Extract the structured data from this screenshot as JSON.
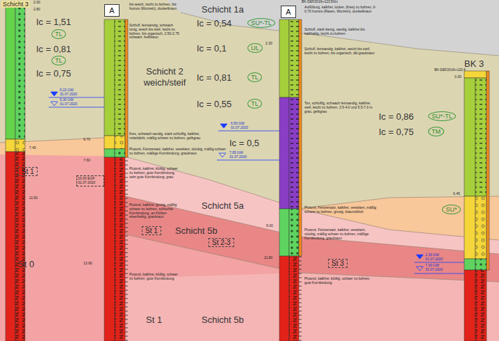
{
  "diagram": {
    "nodes": [
      {
        "text": [
          "A"
        ]
      },
      {
        "text": [
          "A"
        ]
      },
      {
        "text": [
          "TL"
        ]
      },
      {
        "text": [
          "TL"
        ]
      },
      {
        "text": [
          "SU*-TL"
        ]
      },
      {
        "text": [
          "UL"
        ]
      },
      {
        "text": [
          "TL"
        ]
      },
      {
        "text": [
          "TL"
        ]
      },
      {
        "text": [
          "SU*-TL"
        ]
      },
      {
        "text": [
          "TM"
        ]
      },
      {
        "text": [
          "SU*"
        ]
      }
    ],
    "labels": [
      "Schicht 3",
      "2.00",
      "2.80",
      "Ic = 1,51",
      "Ic = 0,81",
      "Ic = 0,75",
      "5.22 GW 31.07.2020",
      "5.30 GW 01.07.2020",
      "6.70",
      "7.40",
      "St 1",
      "7.60",
      "10.00 EOF 31.07.2020",
      "11.50",
      "13.90",
      "St 0",
      "bis weich, leicht zu bohren, bis humos (Wurzeln), dunkelbraun",
      "Schluff, feinsandig, schwach tonig, weich bis steif, leicht zu bohren, bis organisch, 2.50-2.75 schwarz, hellbraun",
      "Kies, schwach sandig, stark schluffig, kalkfrei, mitteldicht, mäßig schwer zu bohren, gelbgrau",
      "Plutonit, Felszersatz, kalkfrei, verwittert, stückig, mäßig schwer zu bohren, mäßige Kornbindung, graubraun",
      "Plutonit, kalkfrei, klüftig, schwer zu bohren, gute Kornbindung, sehr gute Kornbindung, grau",
      "Plutonit, kalkfrei, grusig, mäßig schwer zu bohren, schlechte Kornbindung, an Klüften eisenhaltig, graubraun",
      "Plutonit, kalkfrei, klüftig, schwer zu bohren, gute Kornbindung",
      "Schicht 1a",
      "Schicht 2 weich/steif",
      "Schicht 5a",
      "St 1",
      "Schicht 5b",
      "St 2-3",
      "St 1",
      "Schicht 5b",
      "BK-DEF2016+123.50m",
      "2.30",
      "Ic = 0,54",
      "Ic = 0,1",
      "Ic = 0,81",
      "Ic = 0,55",
      "6.50 GW 01.07.2020",
      "Ic = 0,5",
      "7.65 GW 31.07.2020",
      "9.00",
      "11.80",
      "Auffüllung, kalkfrei, locker, (Kies) zu bohren, 0-0.70 humos (Rasen, Wurzeln), dunkelbraun",
      "Schluff, stark kiesig, sandig, kalkfrei bis kalkhaltig, leicht zu bohren",
      "Schluff, feinsandig, kalkfrei, weich bis steif, leicht zu bohren, bis organisch, dkl.graubraun",
      "Ton, schluffig, schwach feinsandig, kalkfrei, steif, leicht zu bohren, 3.5-4.0 und 5.5-7.0 m grau, gelbgrau",
      "Plutonit, Felszersatz, kalkfrei, verwittert, mäßig schwer zu bohren, grusig, braunrötlich",
      "Plutonit, Felszersatz, kalkfrei, verwittert, stückig, mäßig schwer zu bohren, mäßige Kornbindung, graubraun",
      "St 3",
      "Plutonit, kalkfrei, klüftig, schwer zu bohren, gute Kornbindung",
      "Ic = 0,86",
      "Ic = 0,75",
      "BK 3",
      "BK-DEF2016+120.4",
      "0.30",
      "6.45",
      "2.30 GW 01.07.2020",
      "7.30 GW 31.07.2020"
    ]
  }
}
